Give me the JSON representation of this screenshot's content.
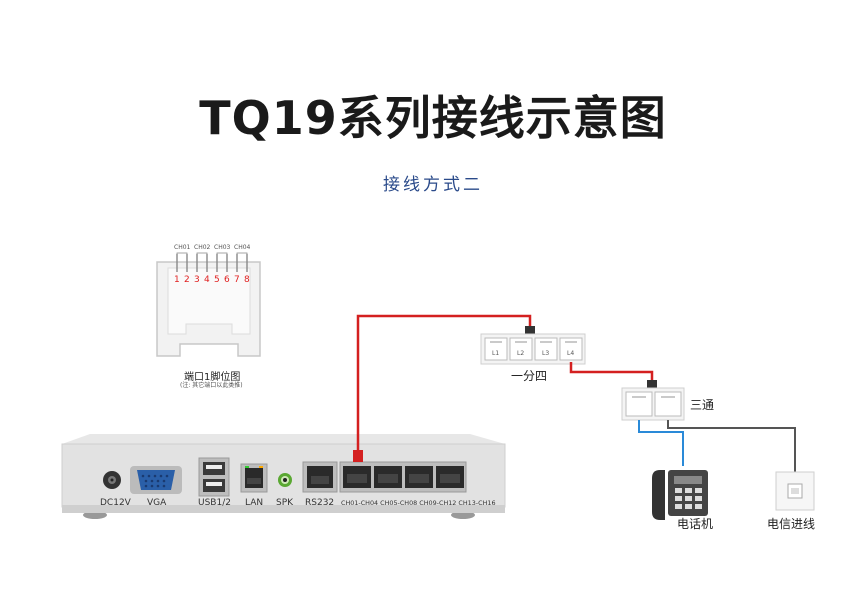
{
  "title": "TQ19系列接线示意图",
  "subtitle": "接线方式二",
  "pinout": {
    "channels": [
      "CH01",
      "CH02",
      "CH03",
      "CH04"
    ],
    "pins": [
      "1",
      "2",
      "3",
      "4",
      "5",
      "6",
      "7",
      "8"
    ],
    "caption": "端口1脚位图",
    "note": "(注: 其它端口以此类推)"
  },
  "device": {
    "ports": {
      "dc": "DC12V",
      "vga": "VGA",
      "usb": "USB1/2",
      "lan": "LAN",
      "spk": "SPK",
      "rs232": "RS232",
      "channels": "CH01-CH04 CH05-CH08 CH09-CH12 CH13-CH16"
    }
  },
  "splitter": {
    "label": "一分四",
    "jack_labels": [
      "L1",
      "L2",
      "L3",
      "L4"
    ]
  },
  "tee": {
    "label": "三通"
  },
  "phone": {
    "label": "电话机"
  },
  "wall_jack": {
    "label": "电信进线"
  },
  "colors": {
    "red_cable": "#d42020",
    "blue_cable": "#2a8ad8",
    "gray_cable": "#555555",
    "title_color": "#1a1a1a",
    "subtitle_color": "#2a4a8a"
  }
}
